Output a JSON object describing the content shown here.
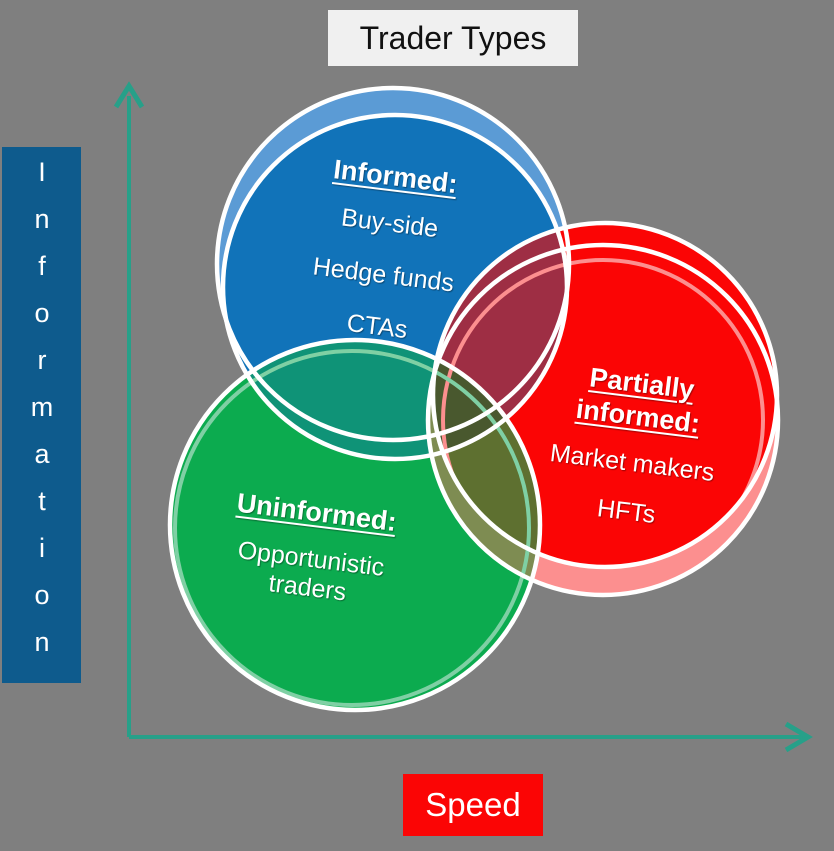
{
  "title": "Trader Types",
  "axes": {
    "y_label": "Information",
    "x_label": "Speed"
  },
  "sets": [
    {
      "name": "informed",
      "heading_lines": [
        "Informed:"
      ],
      "items": [
        "Buy-side",
        "Hedge funds",
        "CTAs"
      ]
    },
    {
      "name": "partially-informed",
      "heading_lines": [
        "Partially",
        "informed:"
      ],
      "items": [
        "Market makers",
        "HFTs"
      ]
    },
    {
      "name": "uninformed",
      "heading_lines": [
        "Uninformed:"
      ],
      "items": [
        "Opportunistic traders"
      ]
    }
  ],
  "colors": {
    "background": "#7F7F7F",
    "axis": "#27A089",
    "title_bg": "#F0F0F0",
    "info_box_bg": "#0E5B8D",
    "speed_box_bg": "#FB0505",
    "blue": "#1173B9",
    "blue_light": "#5B9BD5",
    "red": "#FB0505",
    "red_light": "#FC8F8F",
    "green": "#0CAB4F",
    "green_light": "#7FD0A4",
    "overlap_blue_red": "#9E2E44",
    "overlap_blue_red_light": "#A25670",
    "overlap_blue_green": "#0F9377",
    "overlap_green_red": "#5E7030",
    "overlap_green_red_light": "#7E8C52",
    "overlap_all": "#49582E"
  }
}
